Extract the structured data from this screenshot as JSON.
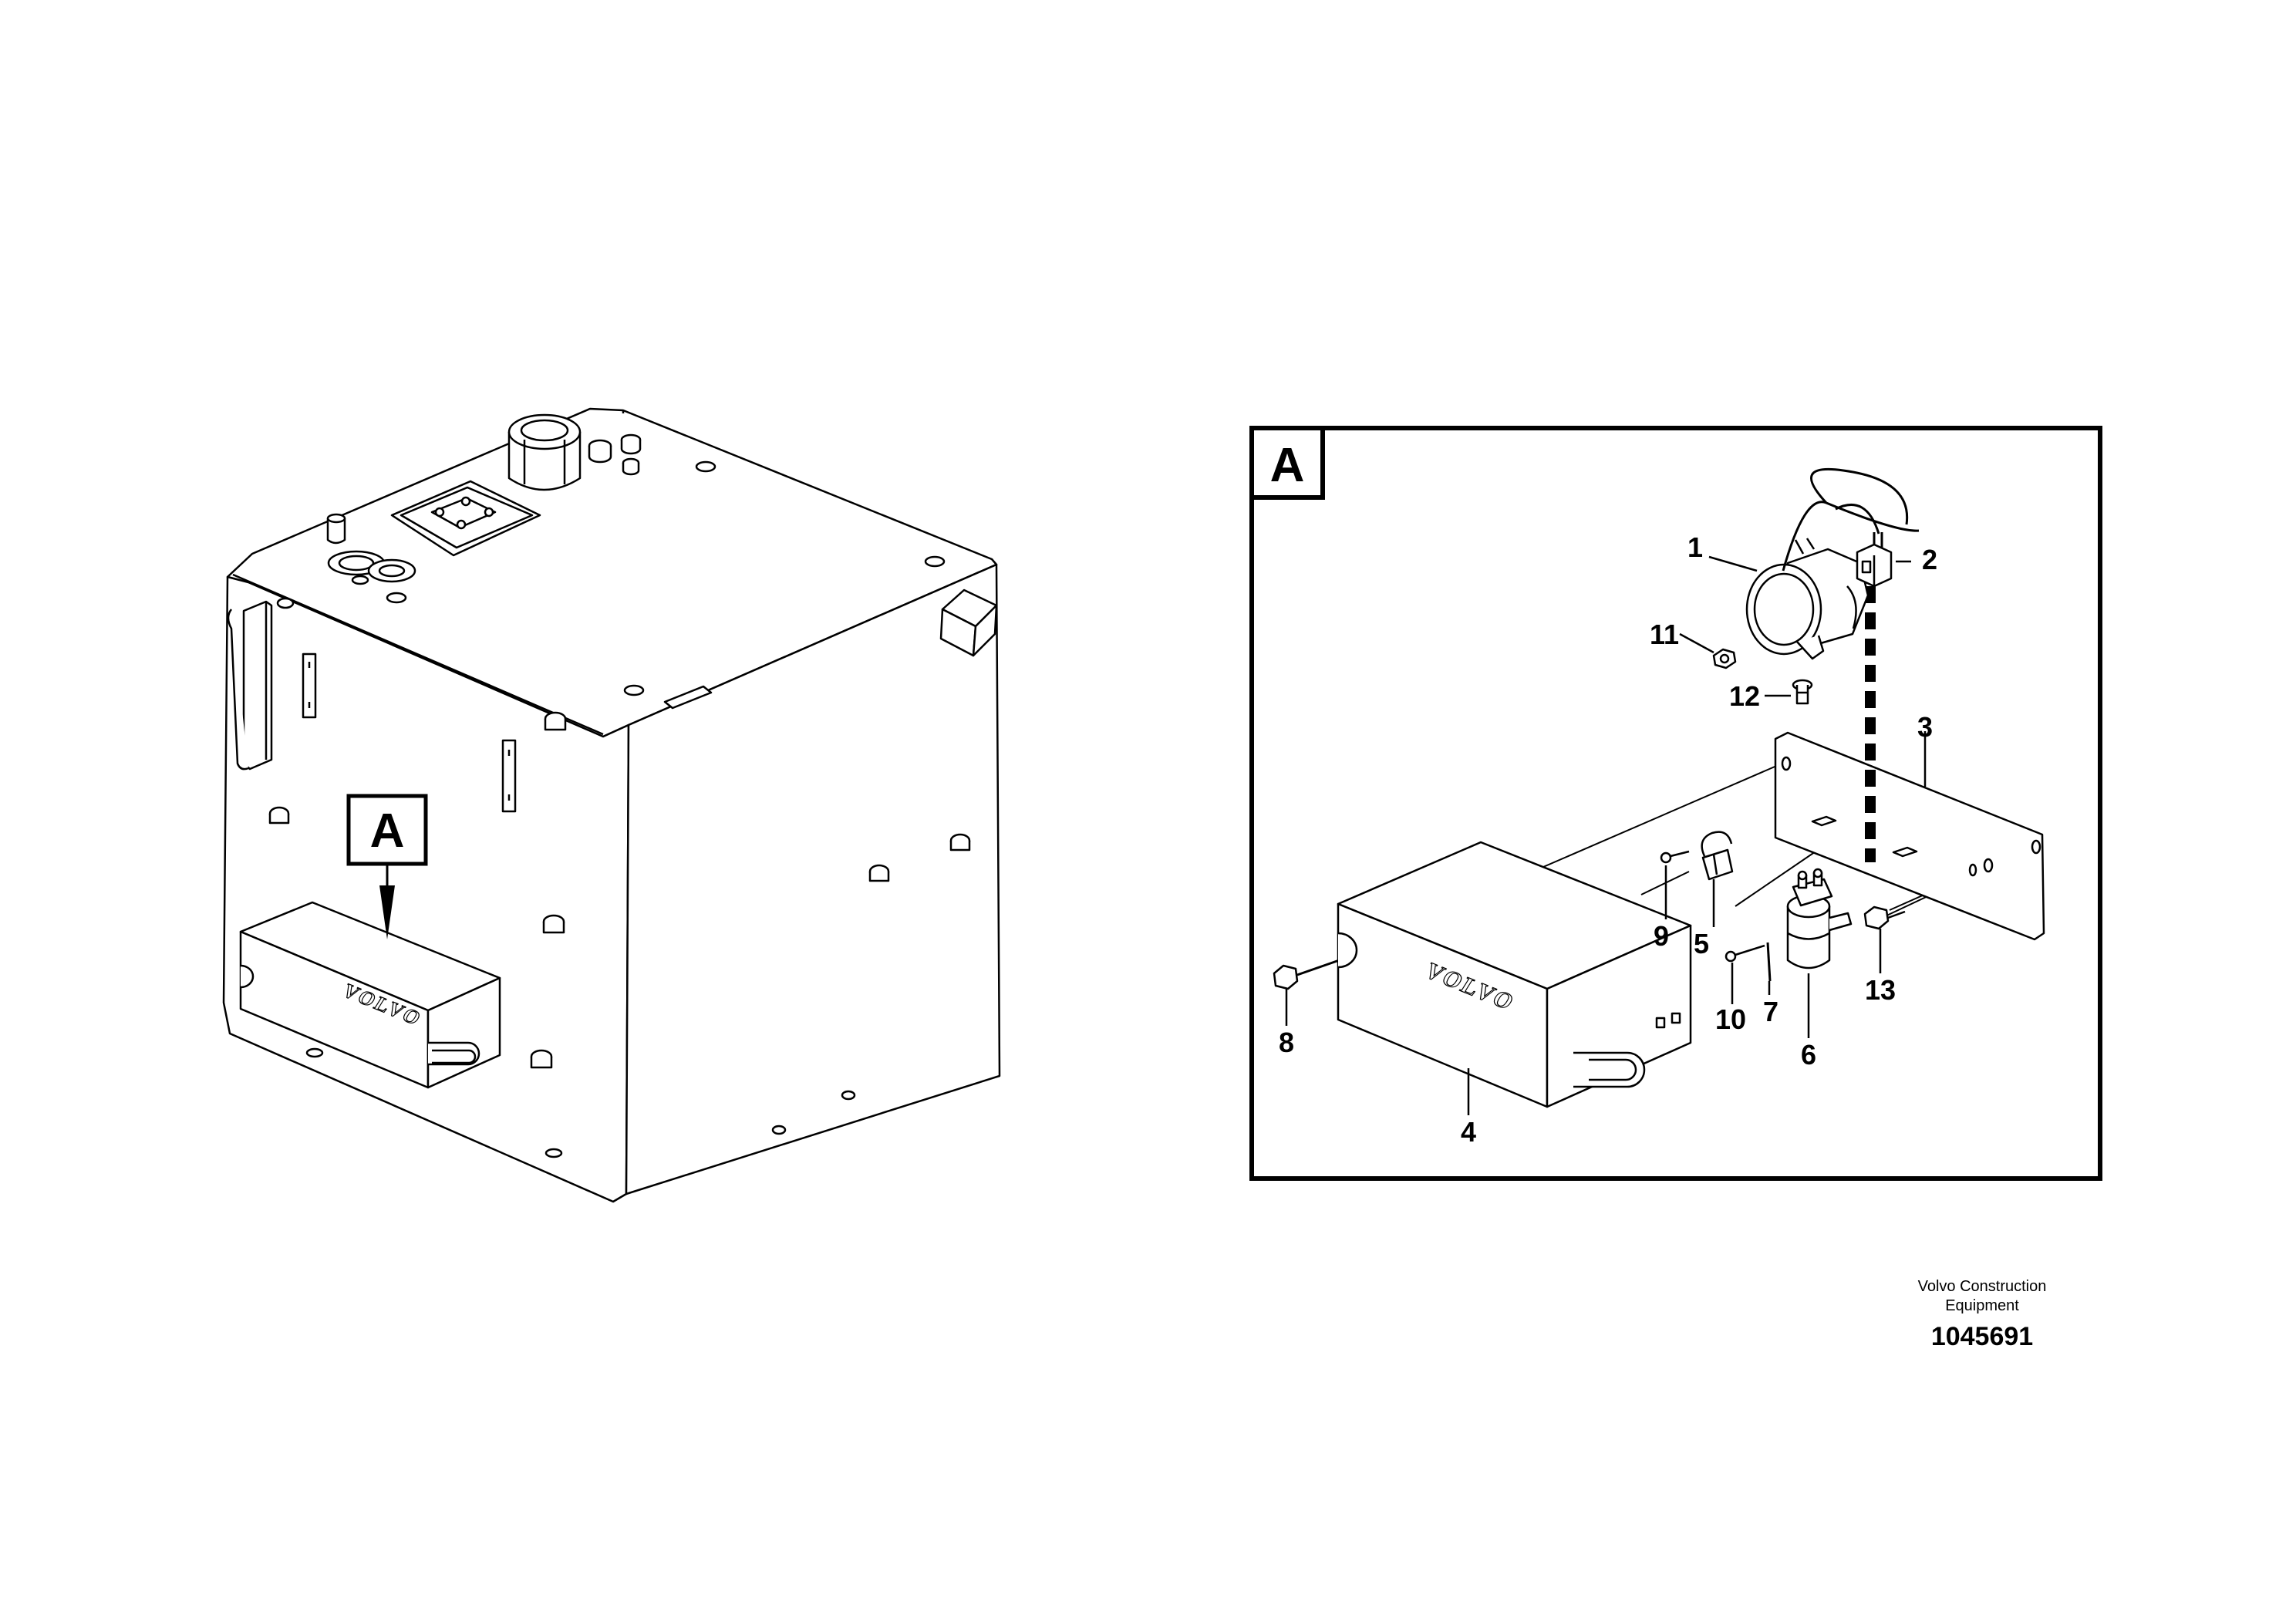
{
  "detail_view": {
    "letter": "A"
  },
  "overview": {
    "detail_marker": "A",
    "brand_label": "VOLVO"
  },
  "assembly": {
    "brand_label": "VOLVO"
  },
  "callouts": [
    "1",
    "2",
    "3",
    "4",
    "5",
    "6",
    "7",
    "8",
    "9",
    "10",
    "11",
    "12",
    "13"
  ],
  "footer": {
    "company_line1": "Volvo Construction",
    "company_line2": "Equipment",
    "drawing_number": "1045691"
  }
}
